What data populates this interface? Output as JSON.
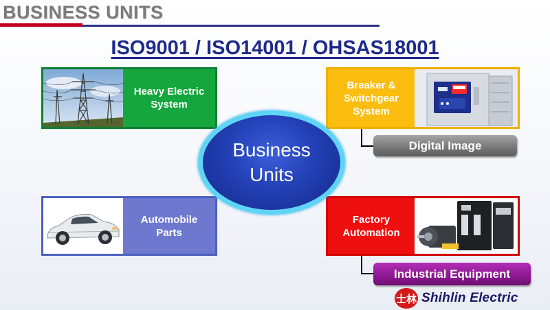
{
  "header": {
    "title": "BUSINESS UNITS",
    "standards": "ISO9001 / ISO14001 / OHSAS18001"
  },
  "center": {
    "label": "Business\nUnits"
  },
  "units": {
    "heavy": {
      "label": "Heavy Electric\nSystem",
      "color": "#16a63e"
    },
    "breaker": {
      "label": "Breaker &\nSwitchgear\nSystem",
      "color": "#fbbd0f"
    },
    "automobile": {
      "label": "Automobile\nParts",
      "color": "#6f78cf"
    },
    "factory": {
      "label": "Factory\nAutomation",
      "color": "#ee0f0f"
    }
  },
  "subcategories": {
    "digital": "Digital Image",
    "industrial": "Industrial Equipment"
  },
  "logo": {
    "mark": "士林",
    "name": "Shihlin Electric"
  }
}
